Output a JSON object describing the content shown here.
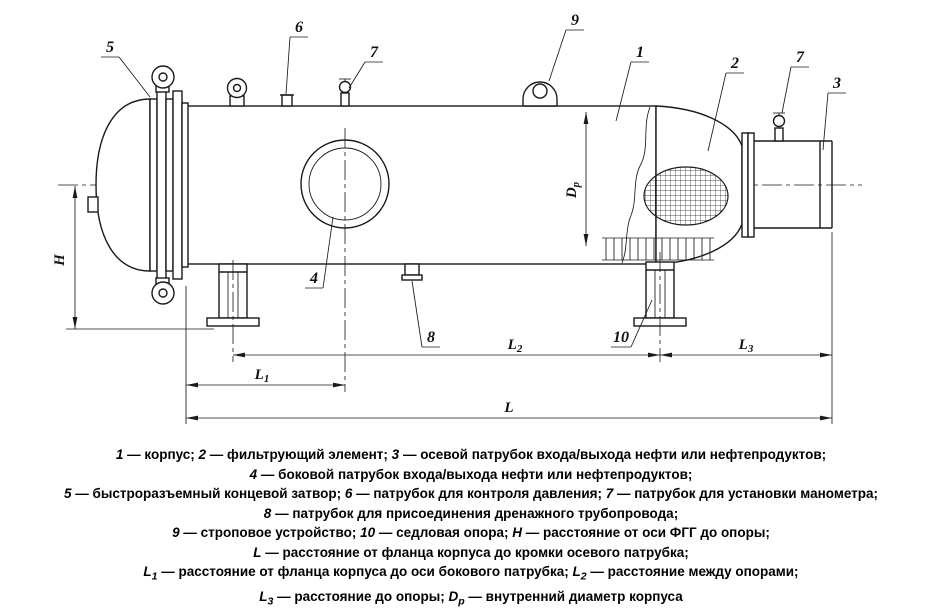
{
  "callouts": {
    "n1": "1",
    "n2": "2",
    "n3": "3",
    "n4": "4",
    "n5": "5",
    "n6": "6",
    "n7": "7",
    "n8": "8",
    "n9": "9",
    "n10": "10"
  },
  "dimensions": {
    "H": "H",
    "L": "L",
    "L1": {
      "base": "L",
      "sub": "1"
    },
    "L2": {
      "base": "L",
      "sub": "2"
    },
    "L3": {
      "base": "L",
      "sub": "3"
    },
    "Dp": {
      "base": "D",
      "sub": "p"
    }
  },
  "legend": {
    "lines": [
      [
        {
          "t": "1",
          "i": true
        },
        {
          "t": " — корпус; "
        },
        {
          "t": "2",
          "i": true
        },
        {
          "t": " — фильтрующий элемент; "
        },
        {
          "t": "3",
          "i": true
        },
        {
          "t": " — осевой патрубок входа/выхода нефти или нефтепродуктов;"
        }
      ],
      [
        {
          "t": "4",
          "i": true
        },
        {
          "t": " — боковой патрубок входа/выхода нефти или нефтепродуктов;"
        }
      ],
      [
        {
          "t": "5",
          "i": true
        },
        {
          "t": " — быстроразъемный концевой затвор; "
        },
        {
          "t": "6",
          "i": true
        },
        {
          "t": " — патрубок для контроля давления; "
        },
        {
          "t": "7",
          "i": true
        },
        {
          "t": " — патрубок для установки манометра;"
        }
      ],
      [
        {
          "t": "8",
          "i": true
        },
        {
          "t": " — патрубок для присоединения дренажного трубопровода;"
        }
      ],
      [
        {
          "t": "9",
          "i": true
        },
        {
          "t": " — строповое устройство; "
        },
        {
          "t": "10",
          "i": true
        },
        {
          "t": " — седловая опора; "
        },
        {
          "t": "H",
          "i": true
        },
        {
          "t": " — расстояние от оси ФГГ до опоры;"
        }
      ],
      [
        {
          "t": "L",
          "i": true
        },
        {
          "t": " — расстояние от фланца корпуса до кромки осевого патрубка;"
        }
      ],
      [
        {
          "t": "L",
          "i": true
        },
        {
          "t": "1",
          "i": true,
          "sub": true
        },
        {
          "t": " — расстояние от фланца корпуса до оси бокового патрубка; "
        },
        {
          "t": "L",
          "i": true
        },
        {
          "t": "2",
          "i": true,
          "sub": true
        },
        {
          "t": " — расстояние между опорами;"
        }
      ],
      [
        {
          "t": "L",
          "i": true
        },
        {
          "t": "3",
          "i": true,
          "sub": true
        },
        {
          "t": " — расстояние до опоры; "
        },
        {
          "t": "D",
          "i": true
        },
        {
          "t": "p",
          "i": true,
          "sub": true
        },
        {
          "t": " — внутренний диаметр корпуса"
        }
      ]
    ]
  }
}
